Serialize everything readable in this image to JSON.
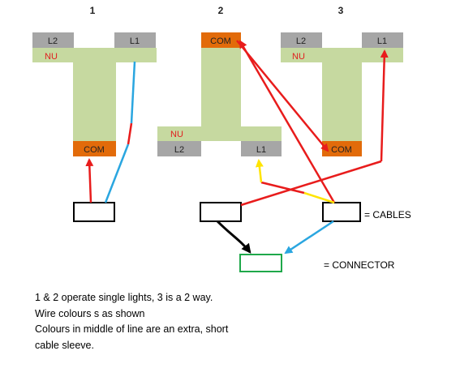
{
  "switches": {
    "s1": {
      "number": "1",
      "l2": "L2",
      "l1": "L1",
      "nu": "NU",
      "com": "COM"
    },
    "s2": {
      "number": "2",
      "com": "COM",
      "nu": "NU",
      "l2": "L2",
      "l1": "L1"
    },
    "s3": {
      "number": "3",
      "l2": "L2",
      "l1": "L1",
      "nu": "NU",
      "com": "COM"
    }
  },
  "legend": {
    "cables": "= CABLES",
    "connector": "= CONNECTOR"
  },
  "notes": [
    "1 & 2 operate single lights, 3 is a 2 way.",
    "Wire colours s as shown",
    "Colours in middle of line are an extra, short",
    "cable sleeve."
  ],
  "colors": {
    "body": "#c6d9a0",
    "terminal_grey": "#a6a6a6",
    "terminal_com": "#e26b0a",
    "wire_red": "#e81c1c",
    "wire_blue": "#2aa6e0",
    "wire_yellow": "#ffe400",
    "wire_black": "#000000",
    "connector_green": "#1fa84a",
    "nu_red": "#e02020"
  }
}
